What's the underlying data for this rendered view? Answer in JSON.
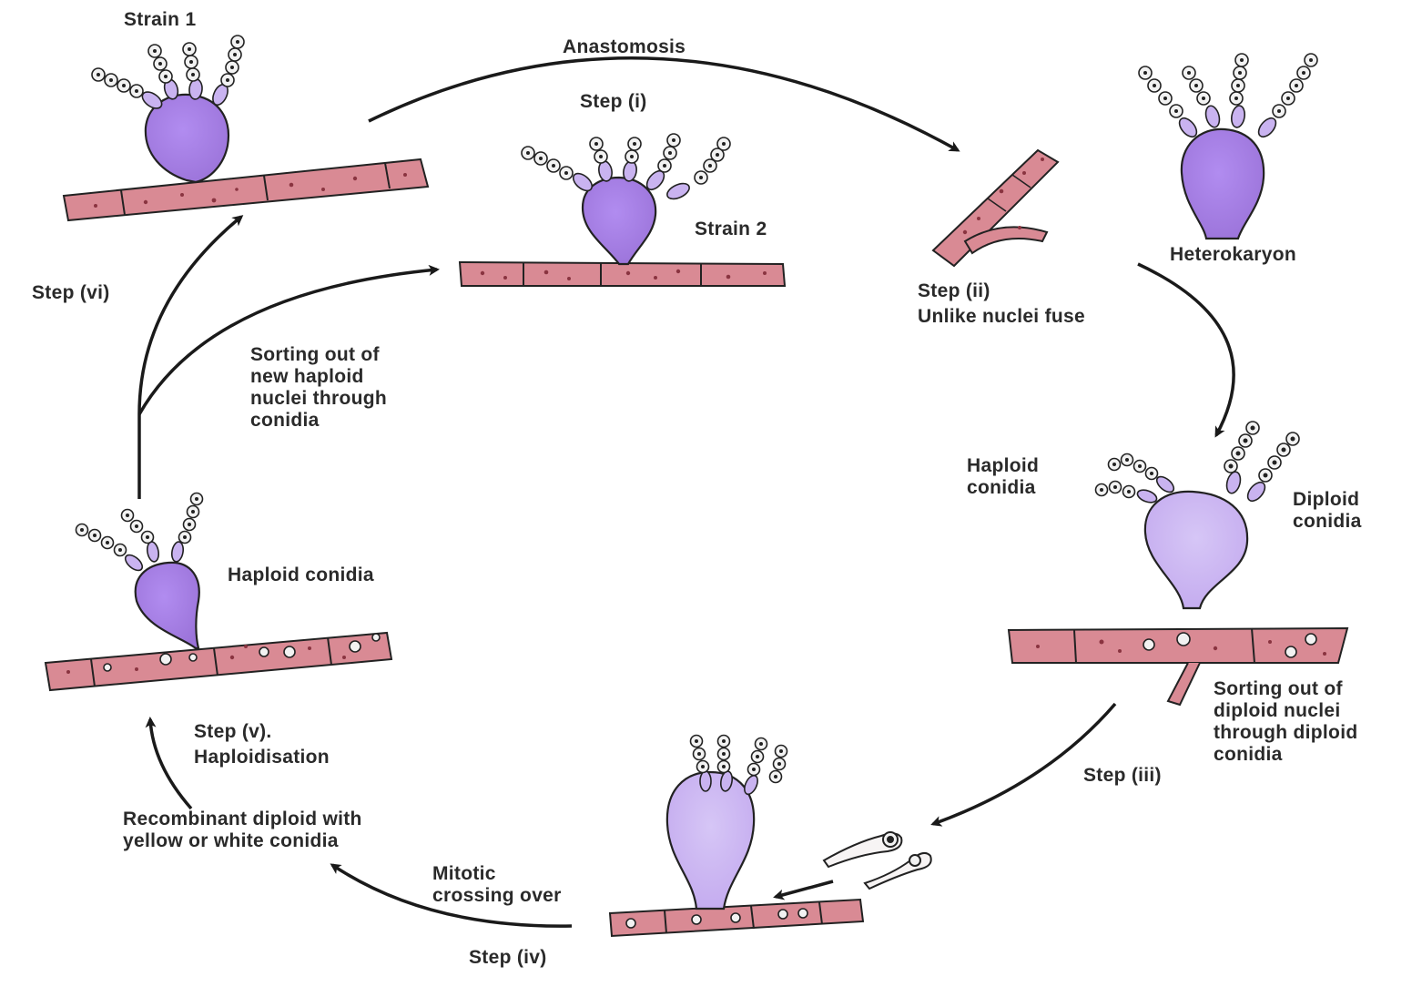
{
  "labels": {
    "strain1": "Strain 1",
    "anastomosis": "Anastomosis",
    "step_i": "Step (i)",
    "strain2": "Strain 2",
    "heterokaryon": "Heterokaryon",
    "step_ii": "Step (ii)",
    "unlike_nuclei": "Unlike nuclei fuse",
    "step_vi": "Step (vi)",
    "sorting_haploid": "Sorting out of\nnew haploid\nnuclei through\nconidia",
    "haploid_conidia_top": "Haploid\nconidia",
    "diploid_conidia": "Diploid\nconidia",
    "haploid_conidia_left": "Haploid conidia",
    "sorting_diploid": "Sorting out of\ndiploid nuclei\nthrough diploid\nconidia",
    "step_iii": "Step (iii)",
    "step_v": "Step (v).",
    "haploidisation": "Haploidisation",
    "recombinant": "Recombinant diploid with\nyellow or white conidia",
    "mitotic": "Mitotic\ncrossing over",
    "step_iv": "Step (iv)"
  },
  "colors": {
    "vesicle": "#a57fe0",
    "vesicle_light": "#c9b3f0",
    "conidia": "#f2f2f2",
    "hypha": "#d98a94",
    "hypha_dark": "#8a3440",
    "outline": "#222222",
    "arrow": "#1a1a1a"
  }
}
